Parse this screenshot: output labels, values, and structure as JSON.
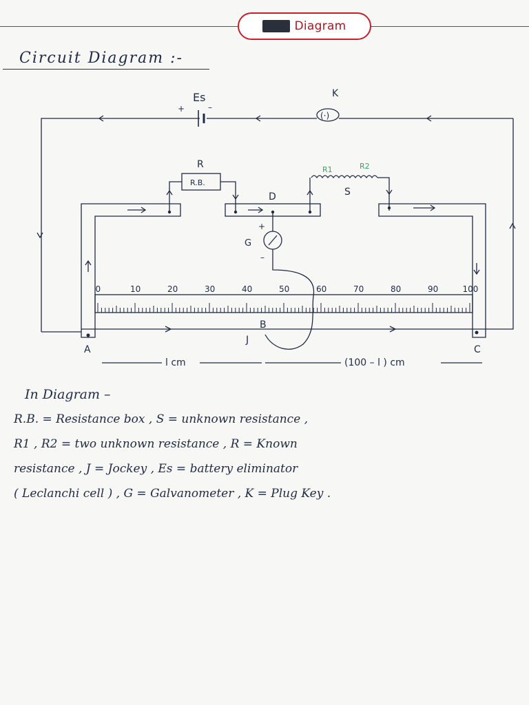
{
  "brand": {
    "logo_text": "Diagram",
    "logo_mark": ""
  },
  "heading": "Circuit Diagram :-",
  "diagram": {
    "battery_label": "Es",
    "battery_plus": "+",
    "battery_minus": "–",
    "key_label": "K",
    "key_symbol": "(·)",
    "resistance_label": "R",
    "resistance_box_text": "R.B.",
    "r1_label": "R1",
    "r2_label": "R2",
    "s_label": "S",
    "d_label": "D",
    "galvanometer_label": "G",
    "galv_plus": "+",
    "galv_minus": "–",
    "scale_ticks": [
      "0",
      "10",
      "20",
      "30",
      "40",
      "50",
      "60",
      "70",
      "80",
      "90",
      "100"
    ],
    "point_a": "A",
    "point_b": "B",
    "point_c": "C",
    "jockey_label": "J",
    "left_length": "l cm",
    "right_length": "(100 – l ) cm"
  },
  "legend": {
    "title": "In Diagram –",
    "lines": [
      "R.B. = Resistance box , S = unknown resistance ,",
      "R1 , R2 = two unknown resistance , R = Known",
      "resistance , J = Jockey , Es = battery eliminator",
      "( Leclanchi cell ) , G = Galvanometer , K = Plug Key ."
    ]
  },
  "colors": {
    "ink": "#1f2a44",
    "logo_red": "#c81e2a",
    "paper": "#f7f7f5"
  }
}
